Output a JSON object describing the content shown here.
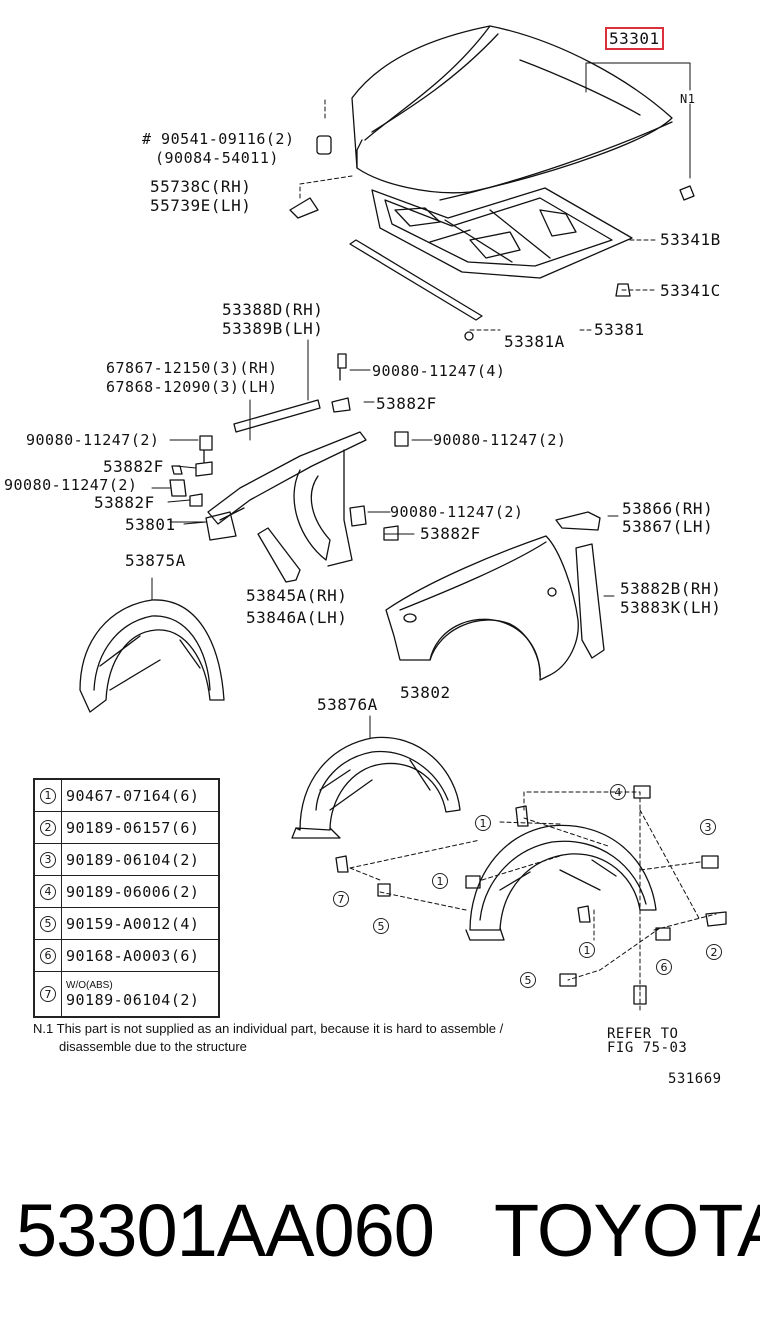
{
  "labels": {
    "hood": "53301",
    "n1_ref": "N1",
    "p90541": "# 90541-09116(2)",
    "p90084": "(90084-54011)",
    "p55738": "55738C(RH)",
    "p55739": "55739E(LH)",
    "p53341b": "53341B",
    "p53341c": "53341C",
    "p53381a": "53381A",
    "p53381": "53381",
    "p53388": "53388D(RH)",
    "p53389": "53389B(LH)",
    "p67867": "67867-12150(3)(RH)",
    "p67868": "67868-12090(3)(LH)",
    "bolt_a": "90080-11247(4)",
    "p53882f_a": "53882F",
    "bolt_b": "90080-11247(2)",
    "bolt_c": "90080-11247(2)",
    "p53882f_b": "53882F",
    "bolt_d": "90080-11247(2)",
    "p53882f_c": "53882F",
    "p53801": "53801",
    "bolt_e": "90080-11247(2)",
    "p53882f_d": "53882F",
    "p53866": "53866(RH)",
    "p53867": "53867(LH)",
    "p53875a": "53875A",
    "p53845a": "53845A(RH)",
    "p53846a": "53846A(LH)",
    "p53882b": "53882B(RH)",
    "p53883k": "53883K(LH)",
    "p53802": "53802",
    "p53876a": "53876A",
    "refer1": "REFER TO",
    "refer2": "FIG 75-03",
    "fig_no": "531669"
  },
  "callouts": [
    "1",
    "1",
    "1",
    "2",
    "3",
    "4",
    "5",
    "5",
    "6",
    "7"
  ],
  "legend": [
    {
      "num": "1",
      "part": "90467-07164(6)"
    },
    {
      "num": "2",
      "part": "90189-06157(6)"
    },
    {
      "num": "3",
      "part": "90189-06104(2)"
    },
    {
      "num": "4",
      "part": "90189-06006(2)"
    },
    {
      "num": "5",
      "part": "90159-A0012(4)"
    },
    {
      "num": "6",
      "part": "90168-A0003(6)"
    },
    {
      "num": "7",
      "note": "W/O(ABS)",
      "part": "90189-06104(2)"
    }
  ],
  "note": {
    "mark": "N.1",
    "line1": "This part is not supplied as an individual part, because it is hard to assemble /",
    "line2": "disassemble due to the structure"
  },
  "footer": {
    "part_number": "53301AA060",
    "brand": "TOYOTA"
  },
  "colors": {
    "highlight": "#d9303a",
    "ink": "#111111"
  }
}
